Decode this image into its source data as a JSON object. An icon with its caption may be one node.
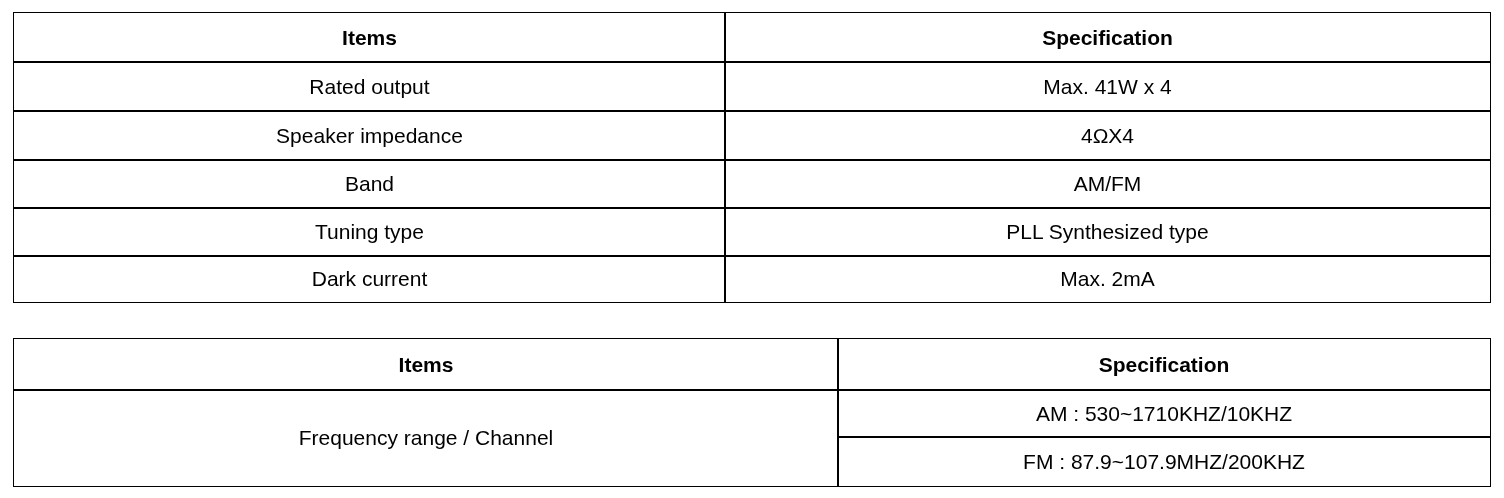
{
  "diagram": {
    "labels": [
      "Items",
      "Specification",
      "Rated output",
      "Max. 41W x 4",
      "Speaker impedance",
      "4ΩX4",
      "Band",
      "AM/FM",
      "Tuning type",
      "PLL Synthesized type",
      "Dark current",
      "Max. 2mA",
      "Items",
      "Specification",
      "Frequency range / Channel",
      "AM : 530~1710KHZ/10KHZ",
      "FM : 87.9~107.9MHZ/200KHZ"
    ]
  }
}
